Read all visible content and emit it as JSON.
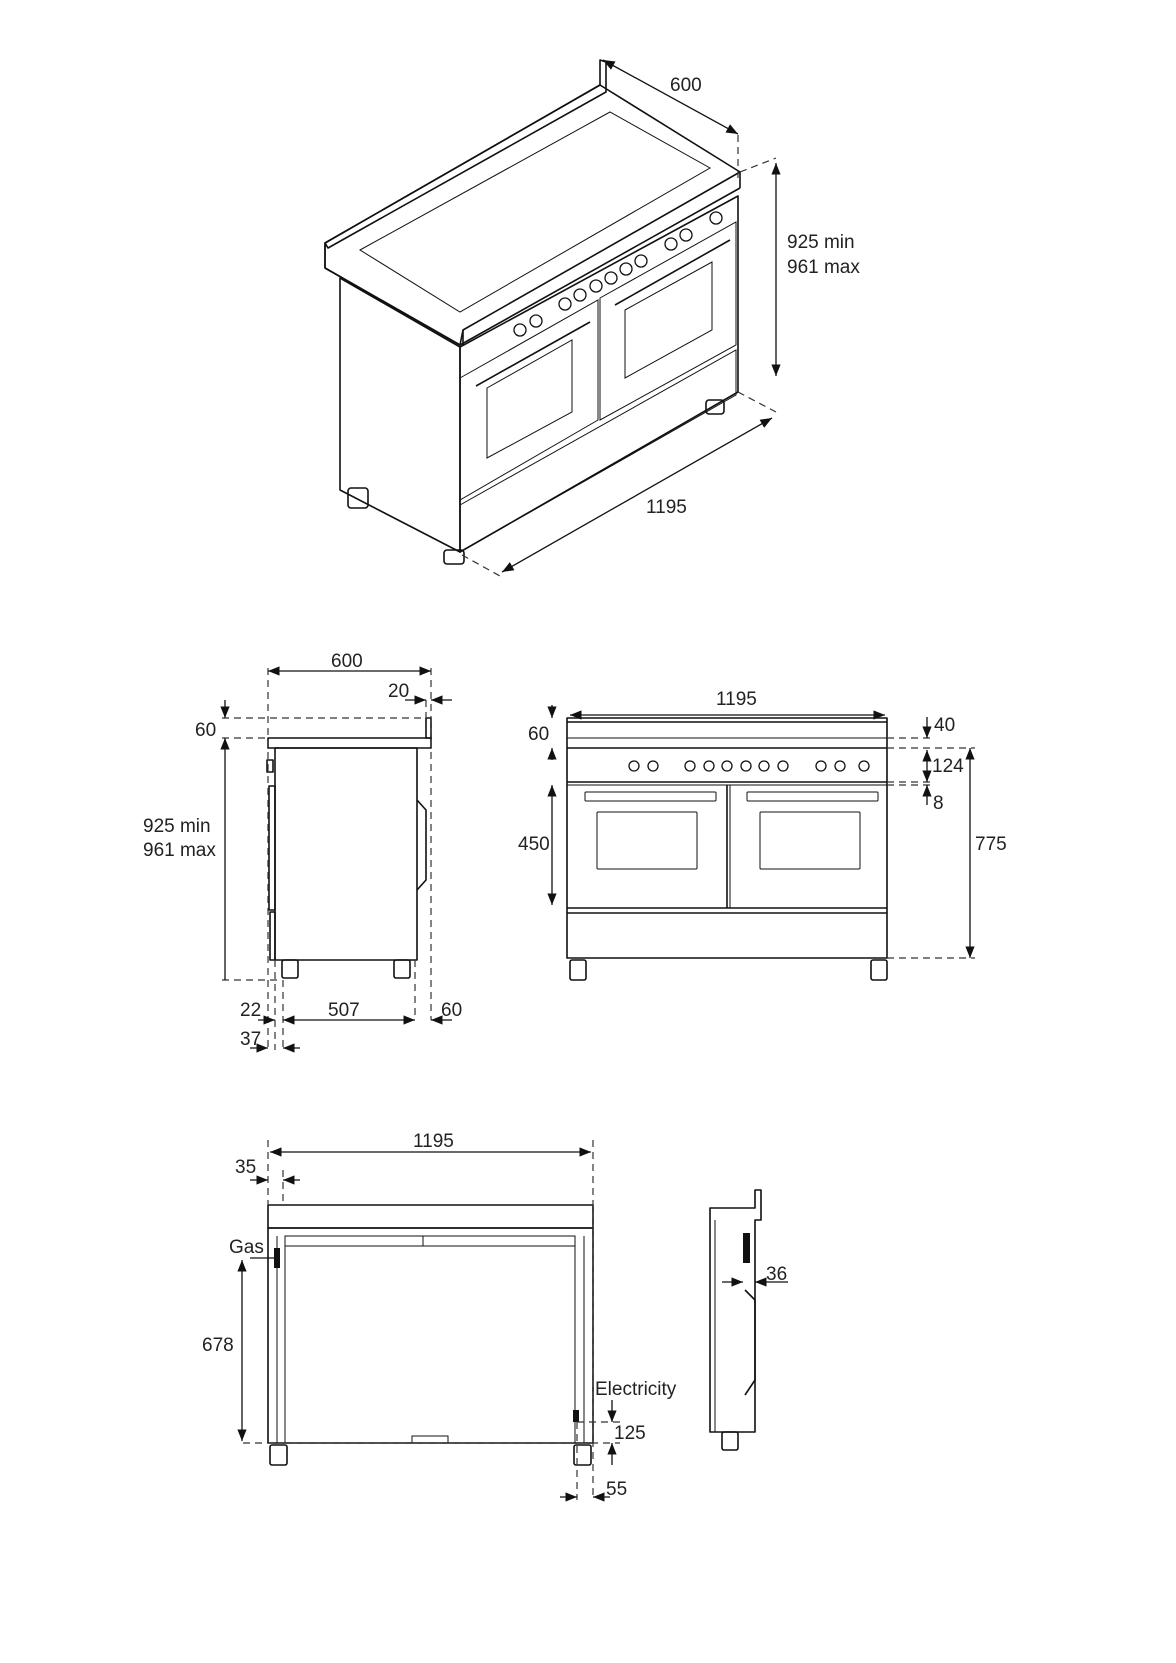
{
  "isometric_view": {
    "depth": "600",
    "height_min": "925 min",
    "height_max": "961 max",
    "width": "1195"
  },
  "side_view": {
    "depth": "600",
    "backsplash_offset": "20",
    "backsplash_height": "60",
    "height_min": "925 min",
    "height_max": "961 max",
    "front_offset": "22",
    "door_offset": "37",
    "body_depth": "507",
    "rear_offset": "60"
  },
  "front_view": {
    "width": "1195",
    "backsplash_height": "60",
    "top_gap": "40",
    "panel_height": "124",
    "panel_gap": "8",
    "door_height": "450",
    "oven_height": "775"
  },
  "rear_view": {
    "width": "1195",
    "gas_offset": "35",
    "gas_label": "Gas",
    "gas_height": "678",
    "electricity_label": "Electricity",
    "electricity_height": "125",
    "electricity_offset": "55",
    "profile_depth": "36"
  }
}
